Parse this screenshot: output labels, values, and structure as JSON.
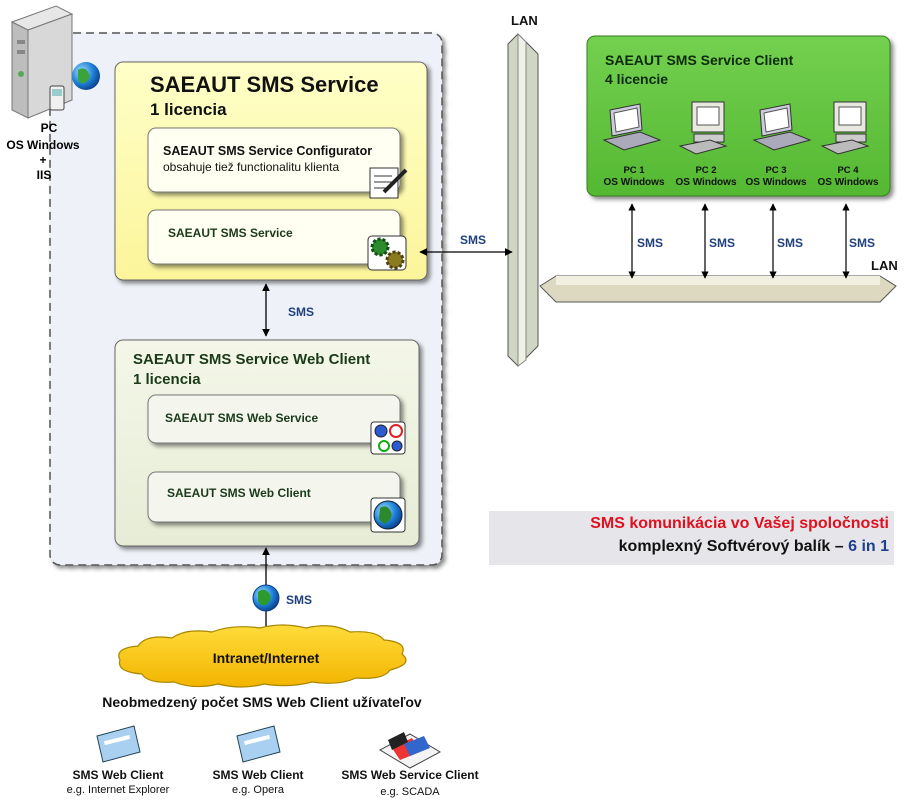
{
  "server": {
    "label_pc": "PC",
    "label_os": "OS Windows",
    "label_plus": "+",
    "label_iis": "IIS"
  },
  "service": {
    "title": "SAEAUT SMS Service",
    "license": "1 licencia",
    "configurator_title": "SAEAUT SMS Service Configurator",
    "configurator_sub": "obsahuje tiež functionalitu klienta",
    "service_box": "SAEAUT SMS Service"
  },
  "webclient": {
    "title": "SAEAUT SMS Service Web Client",
    "license": "1 licencia",
    "web_service": "SAEAUT SMS Web Service",
    "web_client": "SAEAUT SMS Web Client"
  },
  "client_group": {
    "title": "SAEAUT SMS Service Client",
    "license": "4 licencie",
    "pcs": [
      {
        "name": "PC 1",
        "os": "OS Windows"
      },
      {
        "name": "PC 2",
        "os": "OS Windows"
      },
      {
        "name": "PC 3",
        "os": "OS Windows"
      },
      {
        "name": "PC 4",
        "os": "OS Windows"
      }
    ]
  },
  "network": {
    "lan_vertical": "LAN",
    "lan_horizontal": "LAN",
    "sms": "SMS",
    "internet": "Intranet/Internet"
  },
  "promo": {
    "line1": "SMS komunikácia vo Vašej spoločnosti",
    "line2": "komplexný Softvérový balík –",
    "line2_accent": "6 in 1",
    "color_red": "#e01020",
    "color_blue": "#1f3f8f"
  },
  "users": {
    "heading": "Neobmedzený počet SMS Web Client užívateľov",
    "items": [
      {
        "title": "SMS Web Client",
        "sub": "e.g. Internet Explorer"
      },
      {
        "title": "SMS Web Client",
        "sub": "e.g. Opera"
      },
      {
        "title": "SMS Web Service Client",
        "sub": "e.g. SCADA"
      }
    ]
  }
}
